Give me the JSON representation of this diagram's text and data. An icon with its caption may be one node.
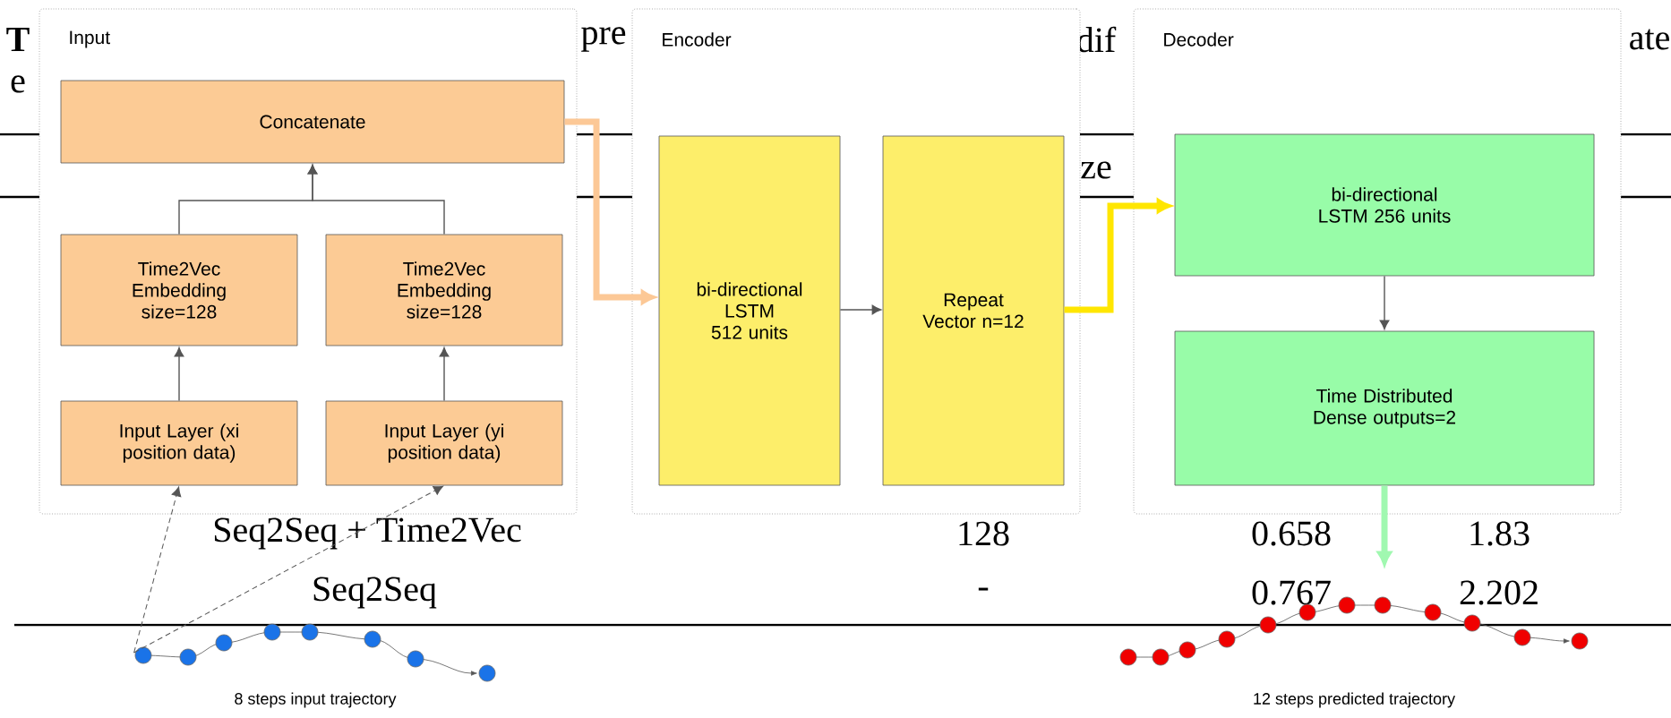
{
  "diagram": {
    "nodes": [
      {
        "text": [
          "Input"
        ]
      },
      {
        "text": [
          "Concatenate"
        ],
        "in": 0
      },
      {
        "text": [
          "Time2Vec Embedding size=128"
        ],
        "in": 0
      },
      {
        "text": [
          "Time2Vec Embedding size=128"
        ],
        "in": 0
      },
      {
        "text": [
          "Input Layer (xi position data)"
        ],
        "in": 0
      },
      {
        "text": [
          "Input Layer (yi position data)"
        ],
        "in": 0
      },
      {
        "text": [
          "Encoder"
        ]
      },
      {
        "text": [
          "bi-directional LSTM 512 units"
        ],
        "in": 6
      },
      {
        "text": [
          "Repeat Vector n=12"
        ],
        "in": 6
      },
      {
        "text": [
          "Decoder"
        ]
      },
      {
        "text": [
          "bi-directional LSTM 256 units"
        ],
        "in": 9
      },
      {
        "text": [
          "Time Distributed Dense outputs=2"
        ],
        "in": 9
      },
      {
        "text": [],
        "shape": "picture",
        "beside": [
          "8 steps input trajectory"
        ]
      },
      {
        "text": [],
        "shape": "picture",
        "beside": [
          "12 steps predicted trajectory"
        ]
      }
    ],
    "edges": [
      {
        "from": 12,
        "to": 4,
        "arrow": "to",
        "style": "dashed"
      },
      {
        "from": 12,
        "to": 5,
        "arrow": "to",
        "style": "dashed"
      },
      {
        "from": 4,
        "to": 2,
        "arrow": "to"
      },
      {
        "from": 5,
        "to": 3,
        "arrow": "to"
      },
      {
        "from": 2,
        "to": 1,
        "arrow": "to"
      },
      {
        "from": 3,
        "to": 1,
        "arrow": "to"
      },
      {
        "from": 1,
        "to": 7,
        "arrow": "to",
        "style": "thick",
        "color": "#fcc896"
      },
      {
        "from": 7,
        "to": 8,
        "arrow": "to"
      },
      {
        "from": 8,
        "to": 10,
        "arrow": "to",
        "style": "thick",
        "color": "#ffe600"
      },
      {
        "from": 10,
        "to": 11,
        "arrow": "to"
      },
      {
        "from": 11,
        "to": 13,
        "arrow": "to",
        "style": "thick",
        "color": "#a0f8b0"
      }
    ],
    "labels": [
      "T",
      "pre",
      "dif",
      "ate",
      "e",
      "ze",
      "Seq2Seq + Time2Vec",
      "128",
      "0.658",
      "1.83",
      "Seq2Seq",
      "-",
      "0.767",
      "2.202"
    ]
  }
}
